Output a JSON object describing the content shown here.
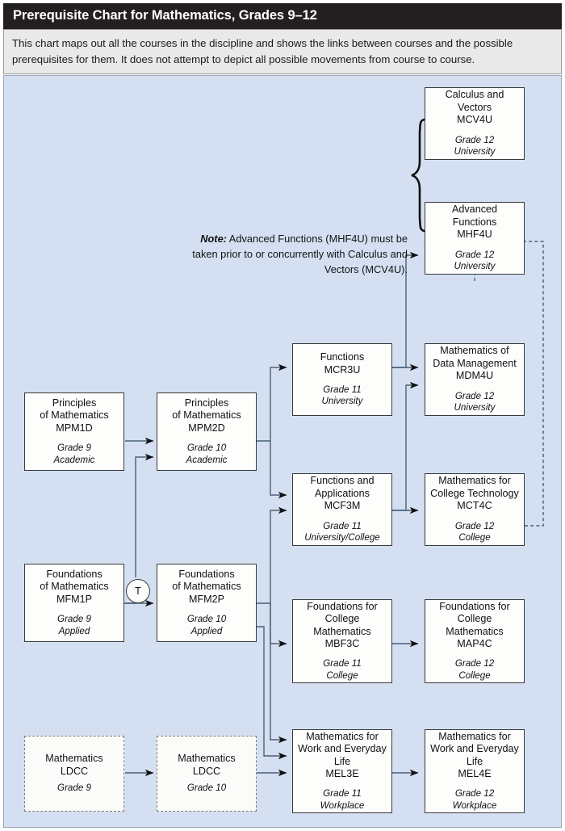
{
  "header": {
    "title": "Prerequisite Chart for Mathematics, Grades 9–12",
    "description": "This chart maps out all the courses in the discipline and shows the links between courses and the possible prerequisites for them. It does not attempt to depict all possible movements from course to course."
  },
  "note": {
    "label": "Note:",
    "text": " Advanced Functions (MHF4U) must be taken prior to or concurrently with Calculus and Vectors (MCV4U)."
  },
  "junction": {
    "label": "T"
  },
  "colors": {
    "title_bar": "#231f20",
    "description_bar": "#e9e9e9",
    "chart_background": "#d4e0f2",
    "node_fill": "#fdfdfb",
    "node_border": "#3a3a3a",
    "dashed_border": "#7b7b7b",
    "edge": "#4a5a6a"
  },
  "nodes": [
    {
      "id": "mcv4u",
      "title": "Calculus and\nVectors",
      "code": "MCV4U",
      "level": "Grade 12\nUniversity",
      "style": "solid"
    },
    {
      "id": "mhf4u",
      "title": "Advanced\nFunctions",
      "code": "MHF4U",
      "level": "Grade 12\nUniversity",
      "style": "solid"
    },
    {
      "id": "mcr3u",
      "title": "Functions",
      "code": "MCR3U",
      "level": "Grade 11\nUniversity",
      "style": "solid"
    },
    {
      "id": "mdm4u",
      "title": "Mathematics of\nData Management",
      "code": "MDM4U",
      "level": "Grade 12\nUniversity",
      "style": "solid"
    },
    {
      "id": "mpm1d",
      "title": "Principles\nof Mathematics",
      "code": "MPM1D",
      "level": "Grade 9\nAcademic",
      "style": "solid"
    },
    {
      "id": "mpm2d",
      "title": "Principles\nof Mathematics",
      "code": "MPM2D",
      "level": "Grade 10\nAcademic",
      "style": "solid"
    },
    {
      "id": "mcf3m",
      "title": "Functions and\nApplications",
      "code": "MCF3M",
      "level": "Grade 11\nUniversity/College",
      "style": "solid"
    },
    {
      "id": "mct4c",
      "title": "Mathematics for\nCollege Technology",
      "code": "MCT4C",
      "level": "Grade 12\nCollege",
      "style": "solid"
    },
    {
      "id": "mfm1p",
      "title": "Foundations\nof Mathematics",
      "code": "MFM1P",
      "level": "Grade 9\nApplied",
      "style": "solid"
    },
    {
      "id": "mfm2p",
      "title": "Foundations\nof Mathematics",
      "code": "MFM2P",
      "level": "Grade 10\nApplied",
      "style": "solid"
    },
    {
      "id": "mbf3c",
      "title": "Foundations for\nCollege\nMathematics",
      "code": "MBF3C",
      "level": "Grade 11\nCollege",
      "style": "solid"
    },
    {
      "id": "map4c",
      "title": "Foundations for\nCollege\nMathematics",
      "code": "MAP4C",
      "level": "Grade 12\nCollege",
      "style": "solid"
    },
    {
      "id": "ldcc9",
      "title": "Mathematics",
      "code": "LDCC",
      "level": "Grade 9",
      "style": "dashed"
    },
    {
      "id": "ldcc10",
      "title": "Mathematics",
      "code": "LDCC",
      "level": "Grade 10",
      "style": "dashed"
    },
    {
      "id": "mel3e",
      "title": "Mathematics for\nWork and Everyday\nLife",
      "code": "MEL3E",
      "level": "Grade 11\nWorkplace",
      "style": "solid"
    },
    {
      "id": "mel4e",
      "title": "Mathematics for\nWork and Everyday\nLife",
      "code": "MEL4E",
      "level": "Grade 12\nWorkplace",
      "style": "solid"
    }
  ]
}
